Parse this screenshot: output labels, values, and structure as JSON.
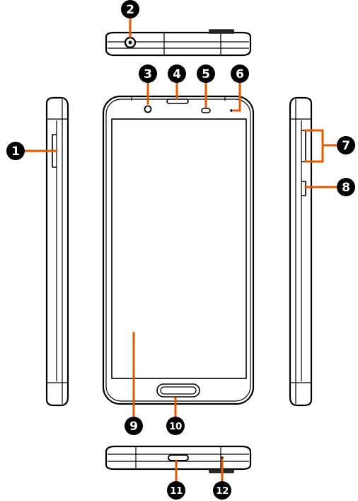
{
  "callouts": [
    {
      "id": "c1",
      "label": "1"
    },
    {
      "id": "c2",
      "label": "2"
    },
    {
      "id": "c3",
      "label": "3"
    },
    {
      "id": "c4",
      "label": "4"
    },
    {
      "id": "c5",
      "label": "5"
    },
    {
      "id": "c6",
      "label": "6"
    },
    {
      "id": "c7",
      "label": "7"
    },
    {
      "id": "c8",
      "label": "8"
    },
    {
      "id": "c9",
      "label": "9"
    },
    {
      "id": "c10",
      "label": "10"
    },
    {
      "id": "c11",
      "label": "11"
    },
    {
      "id": "c12",
      "label": "12"
    }
  ],
  "colors": {
    "leader": "#e05a00",
    "outline": "#000000",
    "callout_fill": "#000000",
    "callout_text": "#ffffff"
  }
}
